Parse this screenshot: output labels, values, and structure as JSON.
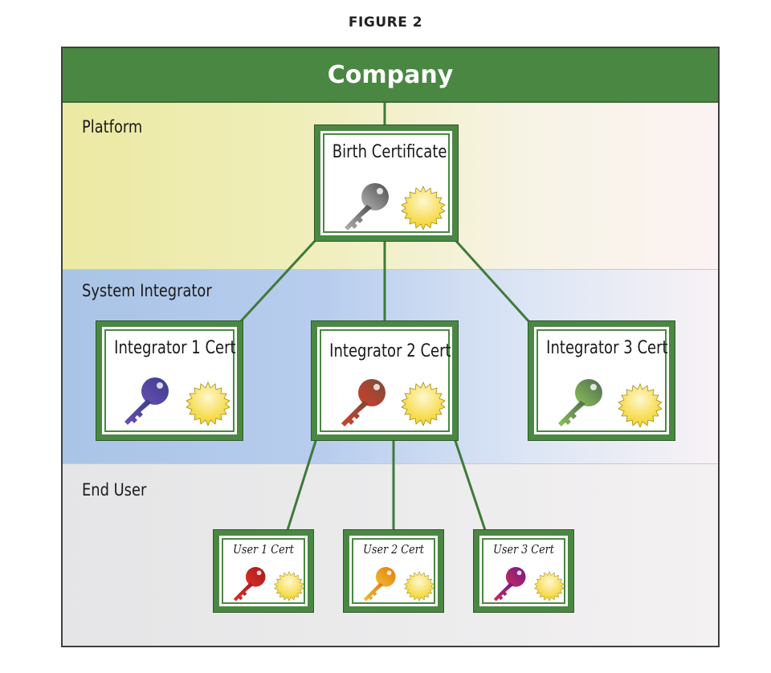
{
  "figure_label": "FIGURE 2",
  "company": {
    "label": "Company",
    "color": "#4a8743"
  },
  "bands": [
    {
      "id": "platform",
      "label": "Platform"
    },
    {
      "id": "integrator",
      "label": "System Integrator"
    },
    {
      "id": "enduser",
      "label": "End User"
    }
  ],
  "certs": {
    "birth": {
      "title": "Birth Certificate",
      "key_icon": "key-icon",
      "seal_icon": "seal-icon",
      "key_colors": [
        "#4e4e4e",
        "#b5b5b5"
      ]
    },
    "integrators": [
      {
        "title": "Integrator 1 Cert",
        "key_colors": [
          "#3a3f8f",
          "#6a4fb0"
        ]
      },
      {
        "title": "Integrator 2 Cert",
        "key_colors": [
          "#7b4a3a",
          "#d2412b"
        ]
      },
      {
        "title": "Integrator 3 Cert",
        "key_colors": [
          "#4e6a4e",
          "#8cc45a"
        ]
      }
    ],
    "users": [
      {
        "title": "User 1 Cert",
        "key_colors": [
          "#a01a1a",
          "#e0302a"
        ]
      },
      {
        "title": "User 2 Cert",
        "key_colors": [
          "#e07a10",
          "#f2c030"
        ]
      },
      {
        "title": "User 3 Cert",
        "key_colors": [
          "#6a1a8a",
          "#d02a5a"
        ]
      }
    ]
  },
  "seal_colors": [
    "#f4d21e",
    "#fdf7d0"
  ]
}
